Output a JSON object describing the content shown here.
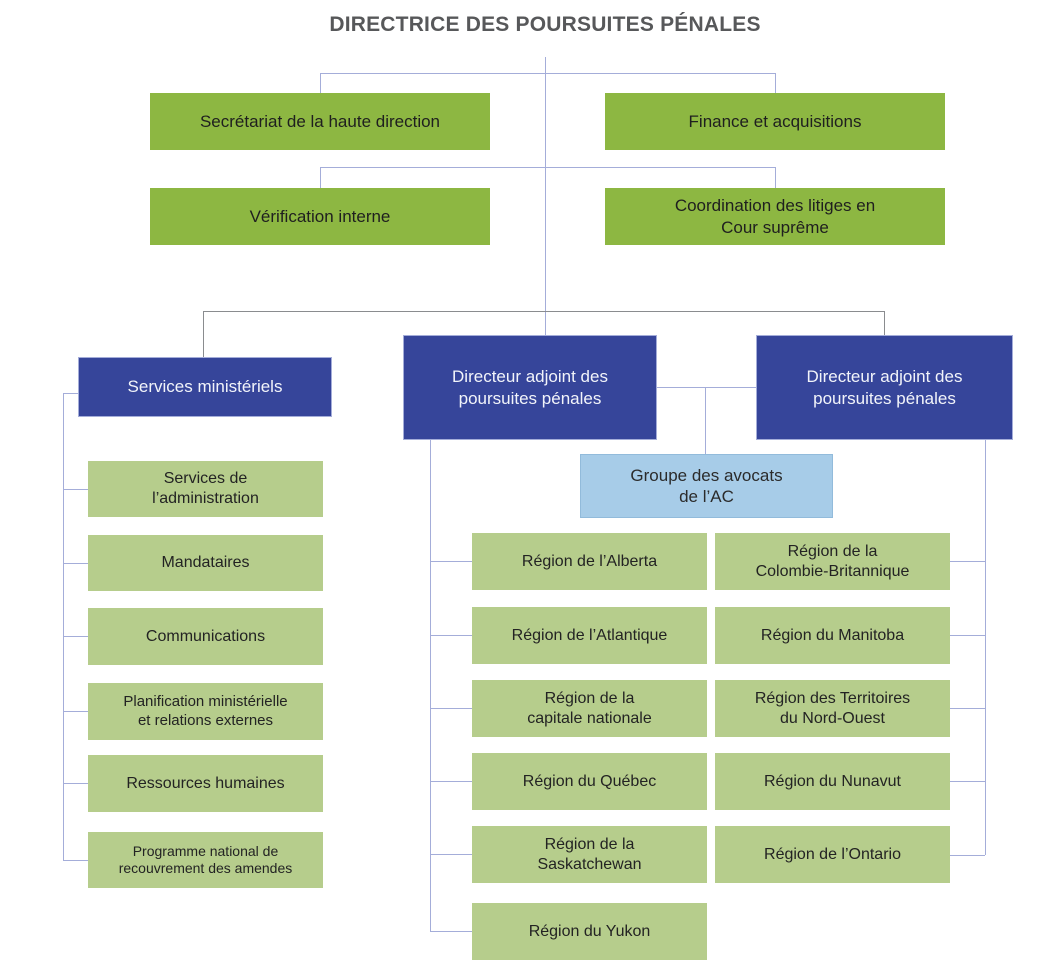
{
  "title": "DIRECTRICE DES POURSUITES PÉNALES",
  "palette": {
    "olive_green": "#8db742",
    "light_green": "#b6cd8c",
    "dark_blue": "#36459a",
    "light_blue": "#a7cce8",
    "connector": "#a4add9",
    "connector_gray": "#8a8c8f",
    "title_color": "#57585a"
  },
  "executive_offices": [
    {
      "label": "Secrétariat de la haute direction"
    },
    {
      "label": "Finance et acquisitions"
    },
    {
      "label": "Vérification interne"
    },
    {
      "label": "Coordination des litiges en\nCour suprême"
    }
  ],
  "directors": [
    {
      "label": "Services ministériels"
    },
    {
      "label": "Directeur adjoint des\npoursuites pénales"
    },
    {
      "label": "Directeur adjoint des\npoursuites pénales"
    }
  ],
  "hq_counsel_group": {
    "label": "Groupe des avocats\nde l’AC"
  },
  "ministerial_branches": [
    {
      "label": "Services de\nl’administration"
    },
    {
      "label": "Mandataires"
    },
    {
      "label": "Communications"
    },
    {
      "label": "Planification ministérielle\net relations externes"
    },
    {
      "label": "Ressources humaines"
    },
    {
      "label": "Programme national de\nrecouvrement des amendes"
    }
  ],
  "regions_left_column": [
    {
      "label": "Région de l’Alberta"
    },
    {
      "label": "Région de l’Atlantique"
    },
    {
      "label": "Région de la\ncapitale nationale"
    },
    {
      "label": "Région du Québec"
    },
    {
      "label": "Région de la\nSaskatchewan"
    },
    {
      "label": "Région du Yukon"
    }
  ],
  "regions_right_column": [
    {
      "label": "Région de la\nColombie-Britannique"
    },
    {
      "label": "Région du Manitoba"
    },
    {
      "label": "Région des Territoires\ndu Nord-Ouest"
    },
    {
      "label": "Région du Nunavut"
    },
    {
      "label": "Région de l’Ontario"
    }
  ]
}
